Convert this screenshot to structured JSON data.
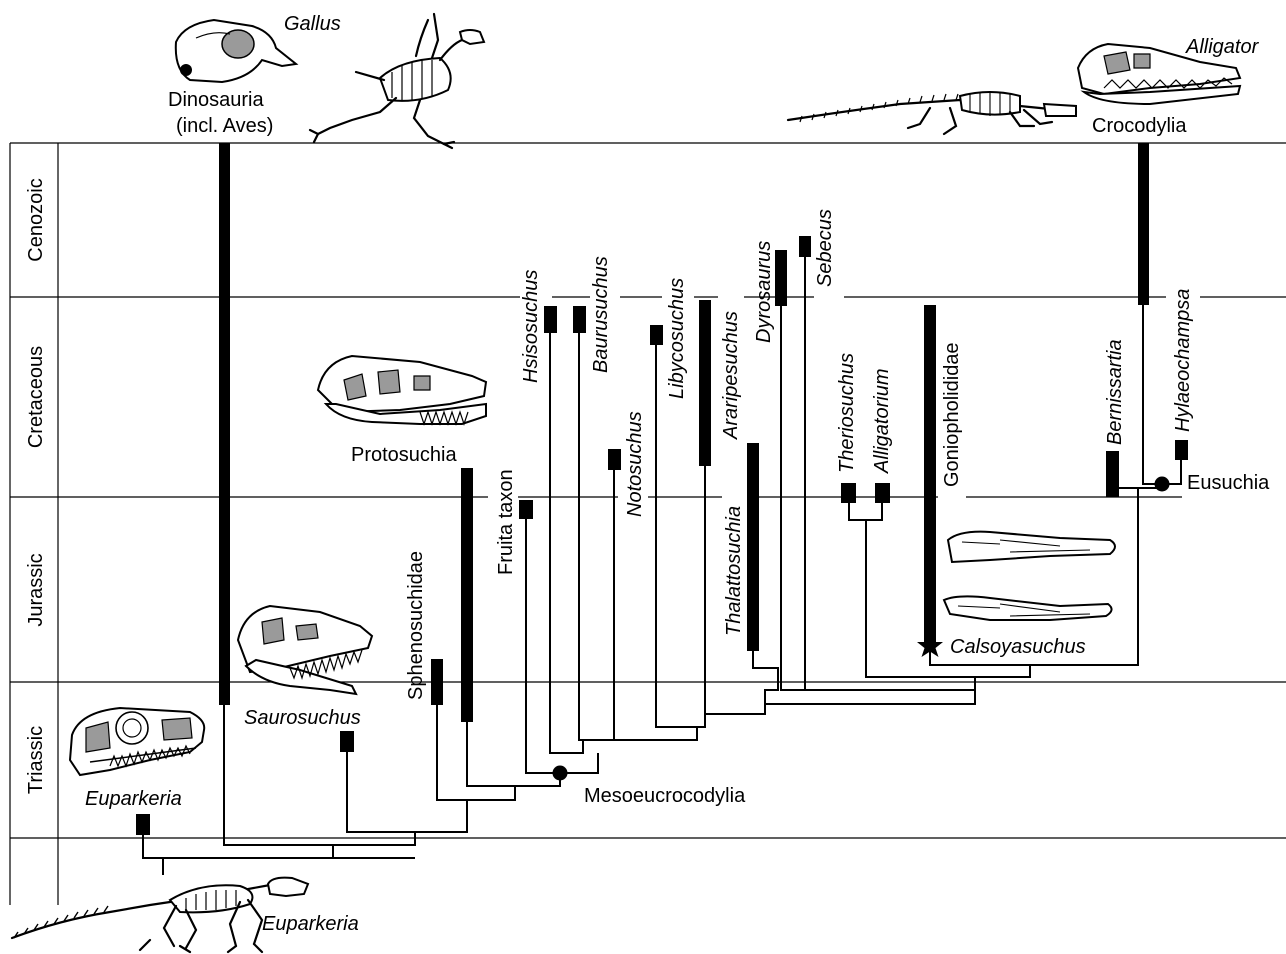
{
  "periods": [
    "Cenozoic",
    "Cretaceous",
    "Jurassic",
    "Triassic"
  ],
  "taxa": {
    "euparkeria": "Euparkeria",
    "euparkeria_bottom": "Euparkeria",
    "dinosauria_line1": "Dinosauria",
    "dinosauria_line2": "(incl. Aves)",
    "gallus": "Gallus",
    "saurosuchus": "Saurosuchus",
    "sphenosuchidae": "Sphenosuchidae",
    "protosuchia": "Protosuchia",
    "fruita": "Fruita taxon",
    "mesoeucrocodylia": "Mesoeucrocodylia",
    "hsisosuchus": "Hsisosuchus",
    "baurusuchus": "Baurusuchus",
    "notosuchus": "Notosuchus",
    "libycosuchus": "Libycosuchus",
    "araripesuchus": "Araripesuchus",
    "thalattosuchia": "Thalattosuchia",
    "dyrosaurus": "Dyrosaurus",
    "sebecus": "Sebecus",
    "theriosuchus": "Theriosuchus",
    "alligatorium": "Alligatorium",
    "goniopholididae": "Goniopholididae",
    "calsoyasuchus": "Calsoyasuchus",
    "bernissartia": "Bernissartia",
    "hylaeochampsa": "Hylaeochampsa",
    "eusuchia": "Eusuchia",
    "crocodylia": "Crocodylia",
    "alligator": "Alligator"
  }
}
